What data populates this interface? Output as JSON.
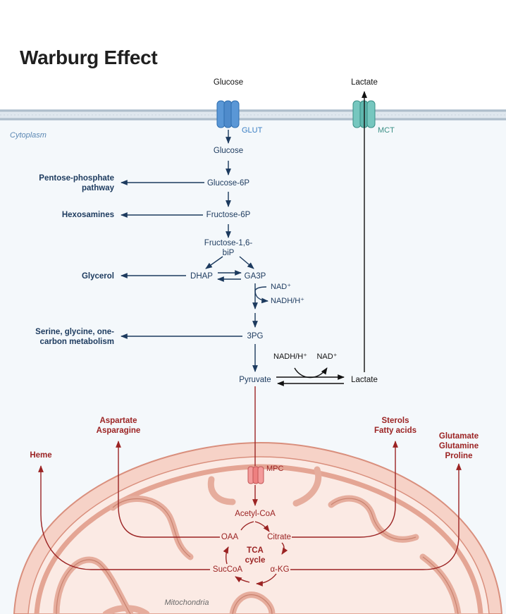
{
  "title": "Warburg Effect",
  "compartments": {
    "cytoplasm": "Cytoplasm",
    "mitochondria": "Mitochondria"
  },
  "transporters": {
    "glut": "GLUT",
    "mct": "MCT",
    "mpc": "MPC"
  },
  "extracellular": {
    "glucose": "Glucose",
    "lactate": "Lactate"
  },
  "glycolysis": {
    "glucose": "Glucose",
    "g6p": "Glucose-6P",
    "f6p": "Fructose-6P",
    "f16bp_line1": "Fructose-1,6-",
    "f16bp_line2": "biP",
    "dhap": "DHAP",
    "ga3p": "GA3P",
    "nad_plus": "NAD⁺",
    "nadh": "NADH/H⁺",
    "pg3": "3PG",
    "pyruvate": "Pyruvate",
    "lactate": "Lactate",
    "ldh_nadh": "NADH/H⁺",
    "ldh_nad": "NAD⁺"
  },
  "branches": {
    "ppp_line1": "Pentose-phosphate",
    "ppp_line2": "pathway",
    "hexosamines": "Hexosamines",
    "glycerol": "Glycerol",
    "serine_line1": "Serine, glycine, one-",
    "serine_line2": "carbon metabolism"
  },
  "tca": {
    "acetyl_coa": "Acetyl-CoA",
    "oaa": "OAA",
    "citrate": "Citrate",
    "akg": "α-KG",
    "succoa": "SucCoA",
    "cycle_line1": "TCA",
    "cycle_line2": "cycle"
  },
  "outputs": {
    "heme": "Heme",
    "aspartate": "Aspartate",
    "asparagine": "Asparagine",
    "sterols": "Sterols",
    "fatty_acids": "Fatty acids",
    "glutamate": "Glutamate",
    "glutamine": "Glutamine",
    "proline": "Proline"
  },
  "colors": {
    "navy": "#1c3a5e",
    "dark_red": "#9b2323",
    "glut_blue": "#5a97d6",
    "mct_teal": "#5fb7ae",
    "mpc_pink": "#f08c8c",
    "mito_fill": "#f2c2b5",
    "mito_stroke": "#d98f7d",
    "cytoplasm_bg": "#f4f8fb",
    "membrane": "#b8c7d4"
  }
}
